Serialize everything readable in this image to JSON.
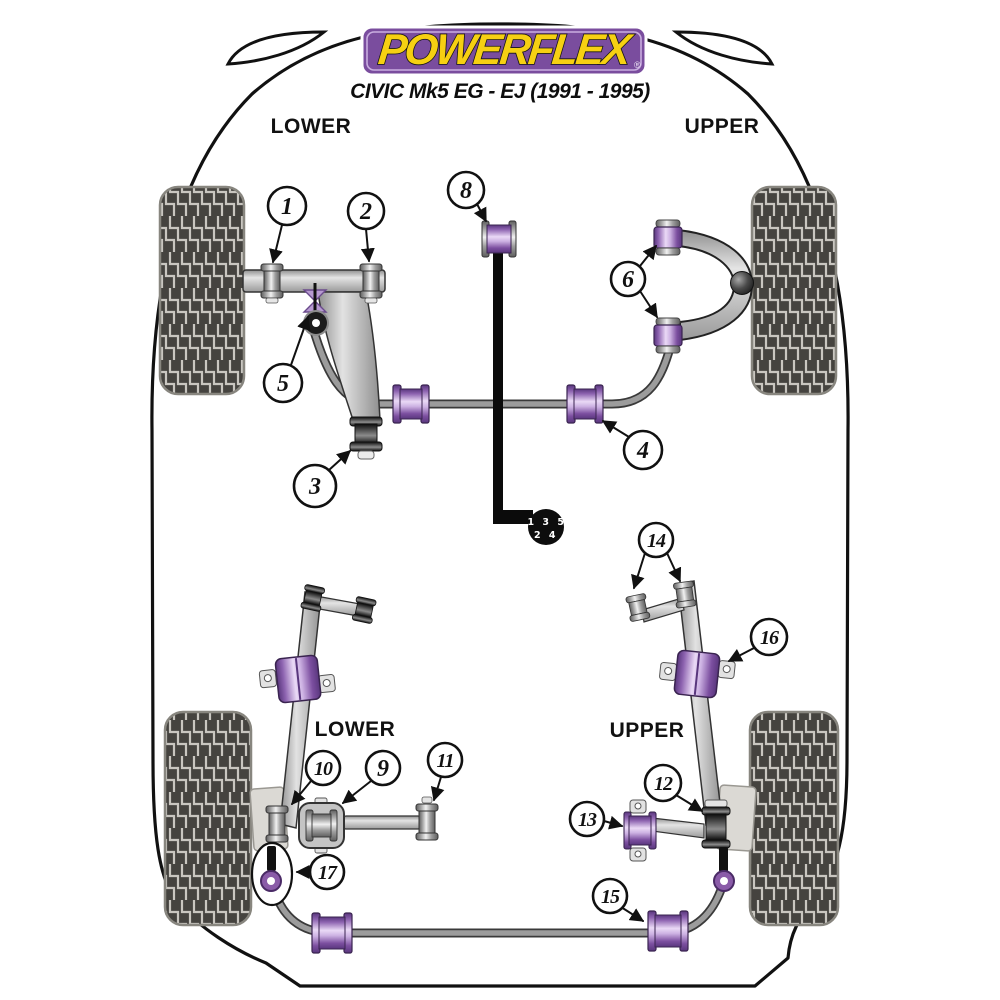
{
  "brand": {
    "logo_text": "POWERFLEX",
    "registered_mark": "®"
  },
  "header": {
    "model_title": "CIVIC Mk5 EG - EJ (1991 - 1995)"
  },
  "section_labels": {
    "front_left": "LOWER",
    "front_right": "UPPER",
    "rear_left": "LOWER",
    "rear_right": "UPPER"
  },
  "gear_shift_pattern": {
    "top_row": "1 3 5",
    "bottom_row": "2 4"
  },
  "callouts": [
    "1",
    "2",
    "3",
    "4",
    "5",
    "6",
    "8",
    "9",
    "10",
    "11",
    "12",
    "13",
    "14",
    "15",
    "16",
    "17"
  ],
  "colors": {
    "bushing_purple": "#8a5ba8",
    "bushing_purple_dark": "#59367d",
    "logo_purple": "#7a4d9e",
    "logo_yellow": "#f6d012",
    "tire_dark": "#45433f",
    "tread_light": "#c9c6c0",
    "arm_gray": "#c9c9c9",
    "outline_black": "#111111"
  }
}
